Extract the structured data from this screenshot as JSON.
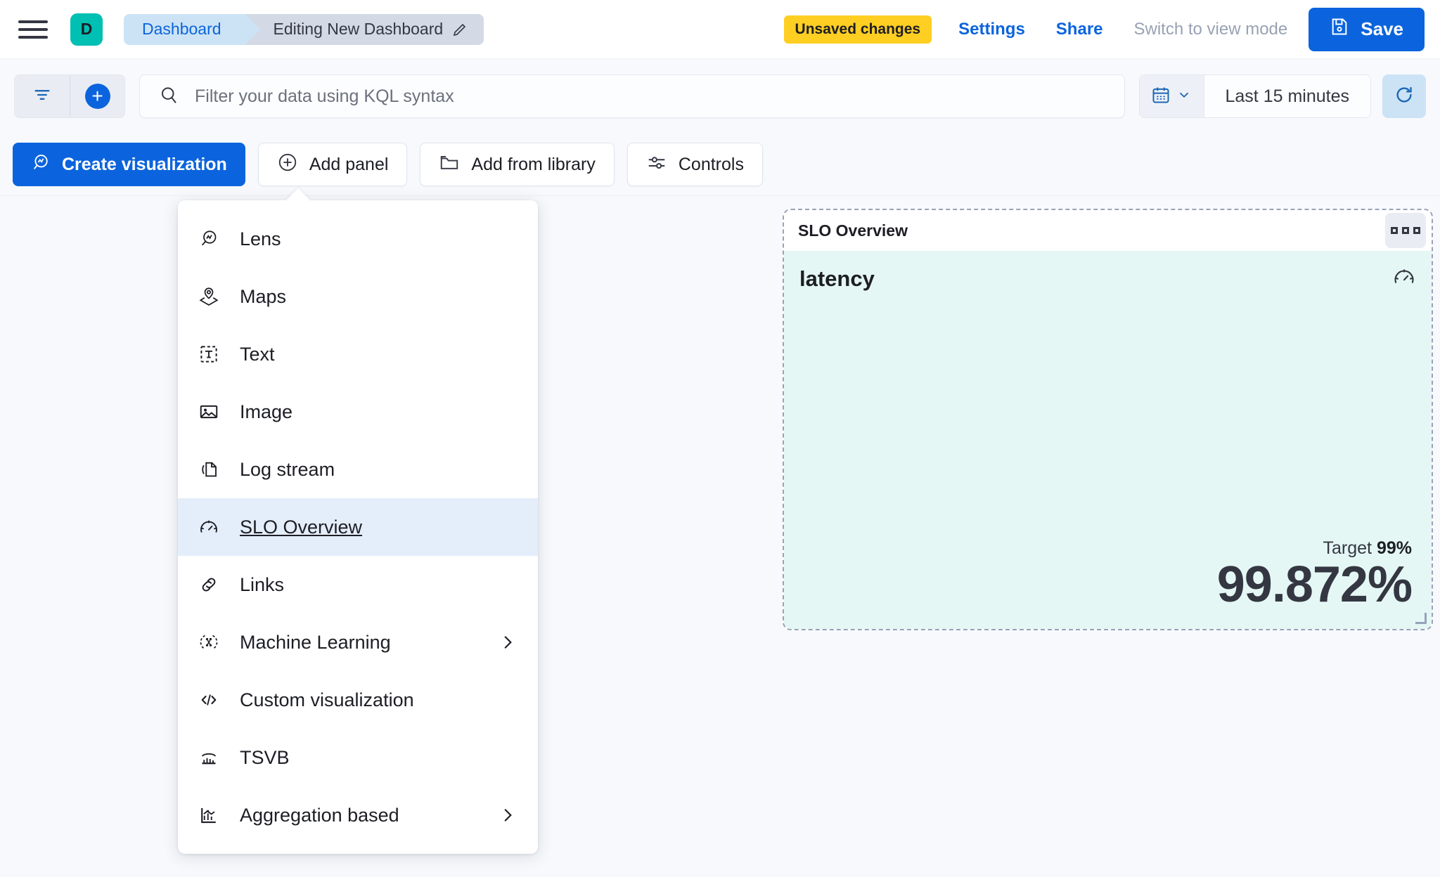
{
  "header": {
    "menu_icon": "hamburger-icon",
    "space_initial": "D",
    "breadcrumb_root": "Dashboard",
    "breadcrumb_current": "Editing New Dashboard",
    "edit_icon": "pencil-icon",
    "unsaved_badge": "Unsaved changes",
    "settings_link": "Settings",
    "share_link": "Share",
    "view_mode_link": "Switch to view mode",
    "save_label": "Save",
    "save_icon": "save-disk-icon",
    "accent_blue": "#0B64DD",
    "badge_yellow": "#FFCE22",
    "space_teal": "#00BFB3"
  },
  "querybar": {
    "filter_icon": "filter-icon",
    "add_filter_icon": "plus-circle-icon",
    "search_icon": "search-icon",
    "kql_placeholder": "Filter your data using KQL syntax",
    "kql_value": "",
    "calendar_icon": "calendar-icon",
    "chevron_icon": "chevron-down-icon",
    "time_range": "Last 15 minutes",
    "refresh_icon": "refresh-icon"
  },
  "toolbar": {
    "create_visualization": "Create visualization",
    "create_visualization_icon": "lens-icon",
    "add_panel": "Add panel",
    "add_panel_icon": "plus-circle-icon",
    "add_from_library": "Add from library",
    "add_from_library_icon": "folder-icon",
    "controls": "Controls",
    "controls_icon": "sliders-icon"
  },
  "add_panel_menu": {
    "items": [
      {
        "label": "Lens",
        "icon": "lens-icon",
        "selected": false,
        "has_submenu": false
      },
      {
        "label": "Maps",
        "icon": "maps-icon",
        "selected": false,
        "has_submenu": false
      },
      {
        "label": "Text",
        "icon": "text-icon",
        "selected": false,
        "has_submenu": false
      },
      {
        "label": "Image",
        "icon": "image-icon",
        "selected": false,
        "has_submenu": false
      },
      {
        "label": "Log stream",
        "icon": "logstream-icon",
        "selected": false,
        "has_submenu": false
      },
      {
        "label": "SLO Overview",
        "icon": "gauge-icon",
        "selected": true,
        "has_submenu": false
      },
      {
        "label": "Links",
        "icon": "link-icon",
        "selected": false,
        "has_submenu": false
      },
      {
        "label": "Machine Learning",
        "icon": "ml-icon",
        "selected": false,
        "has_submenu": true
      },
      {
        "label": "Custom visualization",
        "icon": "code-icon",
        "selected": false,
        "has_submenu": false
      },
      {
        "label": "TSVB",
        "icon": "tsvb-icon",
        "selected": false,
        "has_submenu": false
      },
      {
        "label": "Aggregation based",
        "icon": "aggregation-icon",
        "selected": false,
        "has_submenu": true
      }
    ]
  },
  "slo_panel": {
    "panel_title": "SLO Overview",
    "context_menu_icon": "panel-context-menu-icon",
    "slo_name": "latency",
    "gauge_icon": "gauge-icon",
    "target_label": "Target",
    "target_value": "99%",
    "sli_value": "99.872%",
    "body_background": "#E4F7F5"
  }
}
